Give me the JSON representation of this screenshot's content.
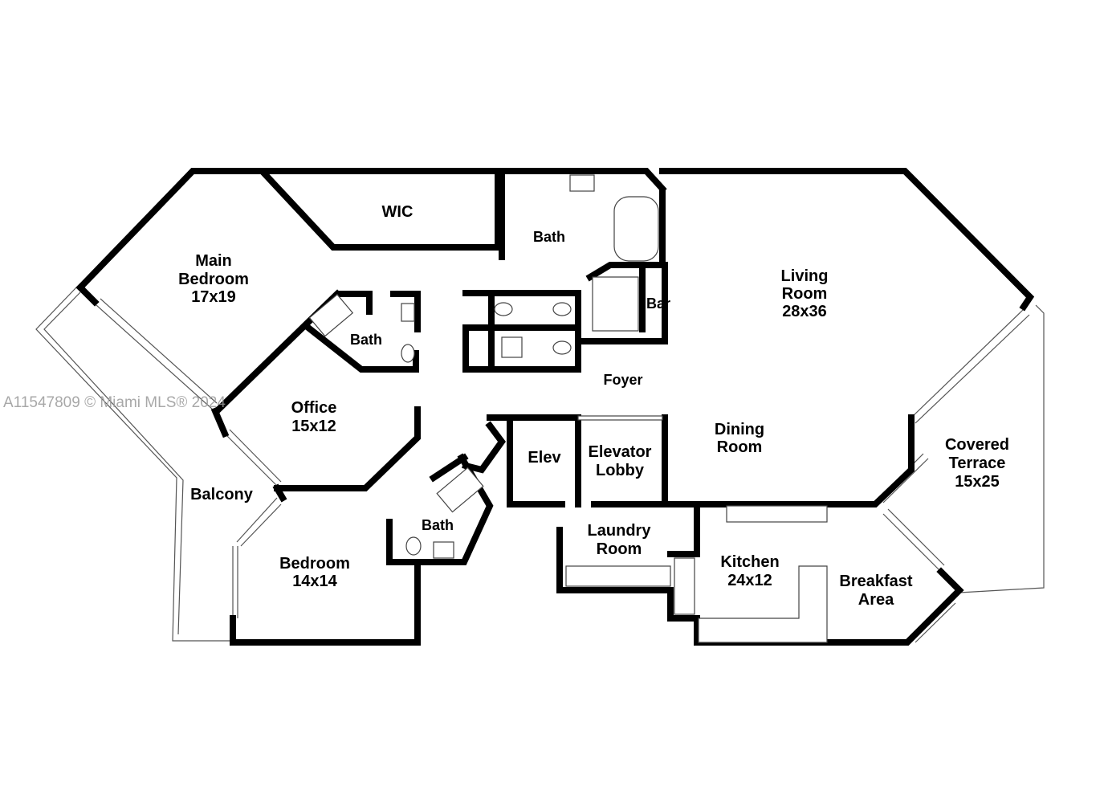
{
  "watermark": "A11547809 © Miami MLS® 2024",
  "rooms": {
    "wic": {
      "name": "WIC"
    },
    "main_bedroom": {
      "name1": "Main",
      "name2": "Bedroom",
      "size": "17x19"
    },
    "main_bath": {
      "name": "Bath"
    },
    "bath2": {
      "name": "Bath"
    },
    "bath3": {
      "name": "Bath"
    },
    "office": {
      "name": "Office",
      "size": "15x12"
    },
    "balcony": {
      "name": "Balcony"
    },
    "bedroom": {
      "name": "Bedroom",
      "size": "14x14"
    },
    "bar": {
      "name": "Bar"
    },
    "foyer": {
      "name": "Foyer"
    },
    "living_room": {
      "name1": "Living",
      "name2": "Room",
      "size": "28x36"
    },
    "dining_room": {
      "name1": "Dining",
      "name2": "Room"
    },
    "elev": {
      "name": "Elev"
    },
    "elevator_lobby": {
      "name1": "Elevator",
      "name2": "Lobby"
    },
    "laundry": {
      "name1": "Laundry",
      "name2": "Room"
    },
    "kitchen": {
      "name": "Kitchen",
      "size": "24x12"
    },
    "breakfast": {
      "name1": "Breakfast",
      "name2": "Area"
    },
    "covered_terrace": {
      "name1": "Covered",
      "name2": "Terrace",
      "size": "15x25"
    }
  }
}
